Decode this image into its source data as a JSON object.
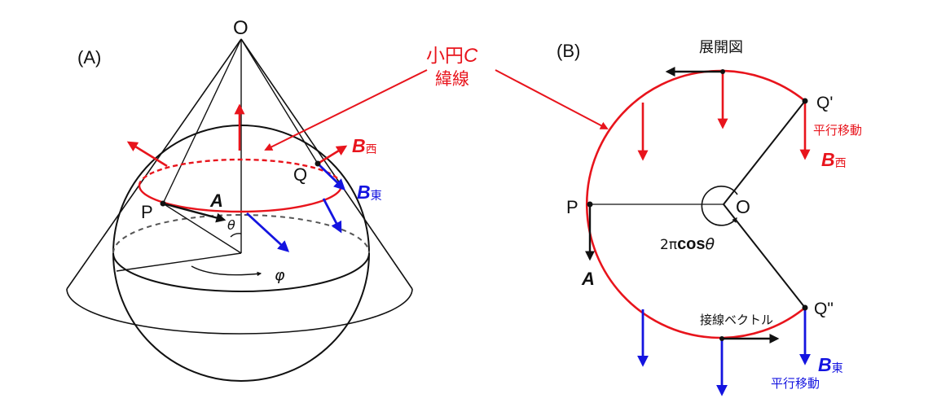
{
  "panel_a": {
    "label": "(A)",
    "apex": "O",
    "point_p": "P",
    "point_q": "Q",
    "vec_a": "A",
    "vec_b": "B",
    "west": "西",
    "east": "東",
    "theta": "θ",
    "phi": "φ"
  },
  "callout": {
    "title_main": "小円",
    "title_var": "C",
    "subtitle": "緯線"
  },
  "panel_b": {
    "label": "(B)",
    "heading": "展開図",
    "center": "O",
    "point_p": "P",
    "point_q1": "Q'",
    "point_q2": "Q\"",
    "vec_a": "A",
    "vec_b": "B",
    "west": "西",
    "east": "東",
    "transport_west": "平行移動",
    "transport_east": "平行移動",
    "angle_prefix": "2π",
    "angle_func": "cos",
    "angle_var": "θ",
    "tangent_label": "接線ベクトル"
  },
  "colors": {
    "red": "#e8141c",
    "blue": "#1414e0",
    "black": "#111111",
    "dashed": "#555555"
  }
}
